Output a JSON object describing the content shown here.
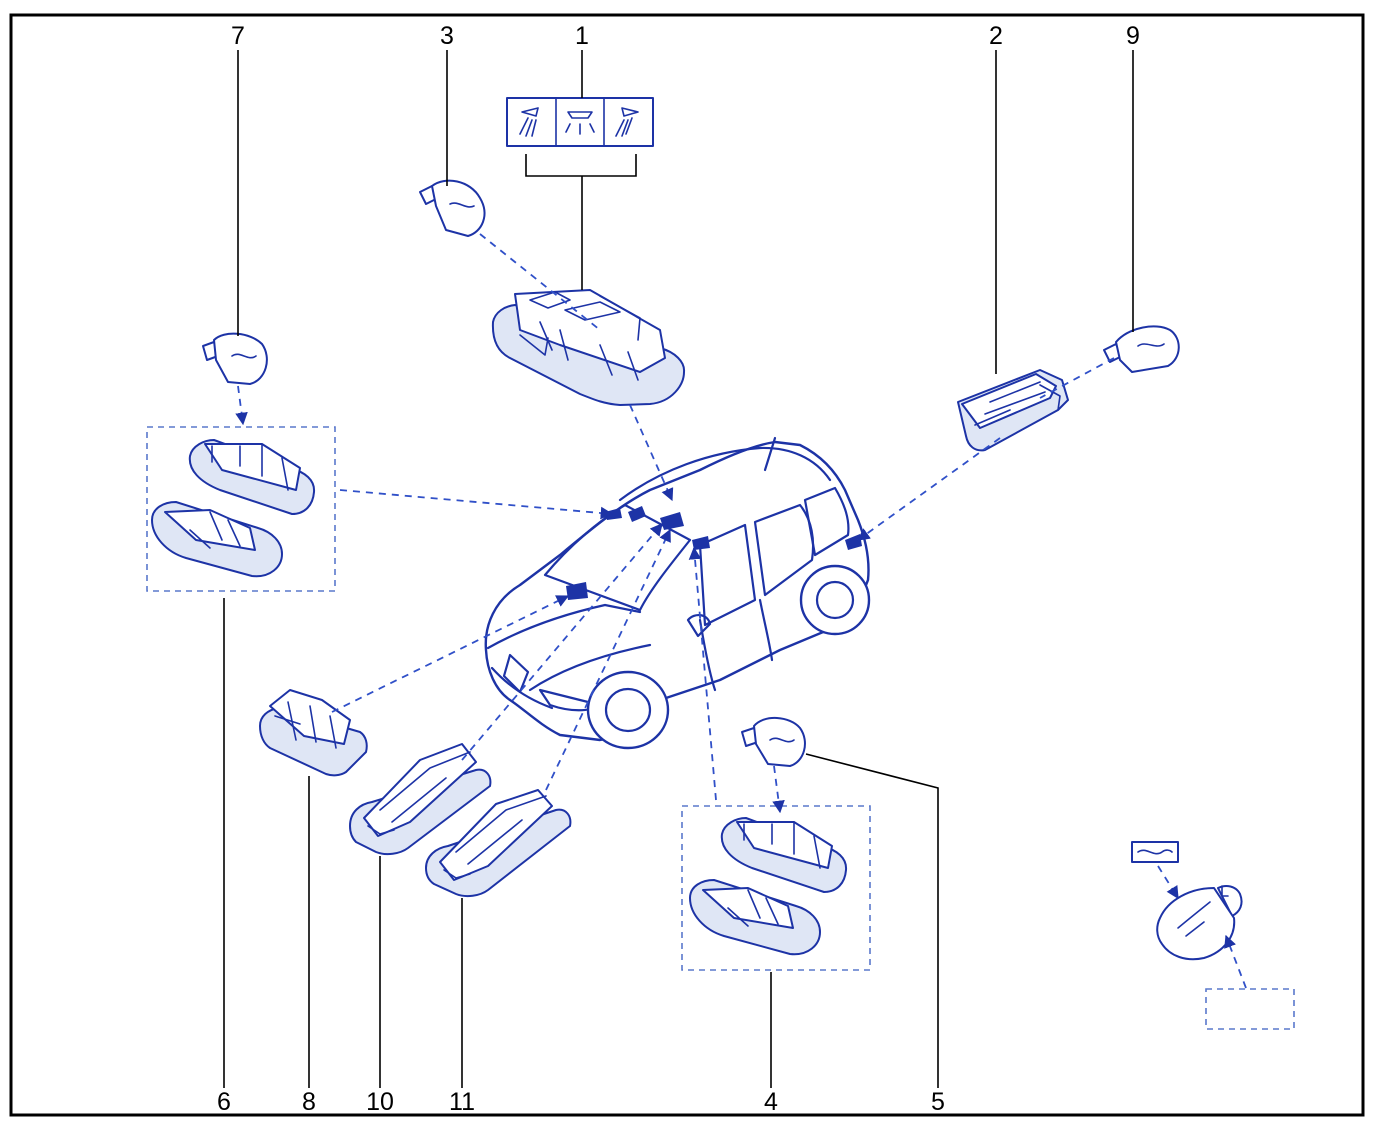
{
  "callouts": [
    "1",
    "2",
    "3",
    "4",
    "5",
    "6",
    "7",
    "8",
    "9",
    "10",
    "11"
  ],
  "colors": {
    "line": "#1d33a6",
    "frame": "#000000",
    "fill": "#dfe6f5"
  },
  "icons": {
    "symbol_panel": [
      "dome-light-left-icon",
      "dome-light-center-icon",
      "dome-light-right-icon"
    ],
    "bulb_symbol": "bulb-rating-icon"
  }
}
